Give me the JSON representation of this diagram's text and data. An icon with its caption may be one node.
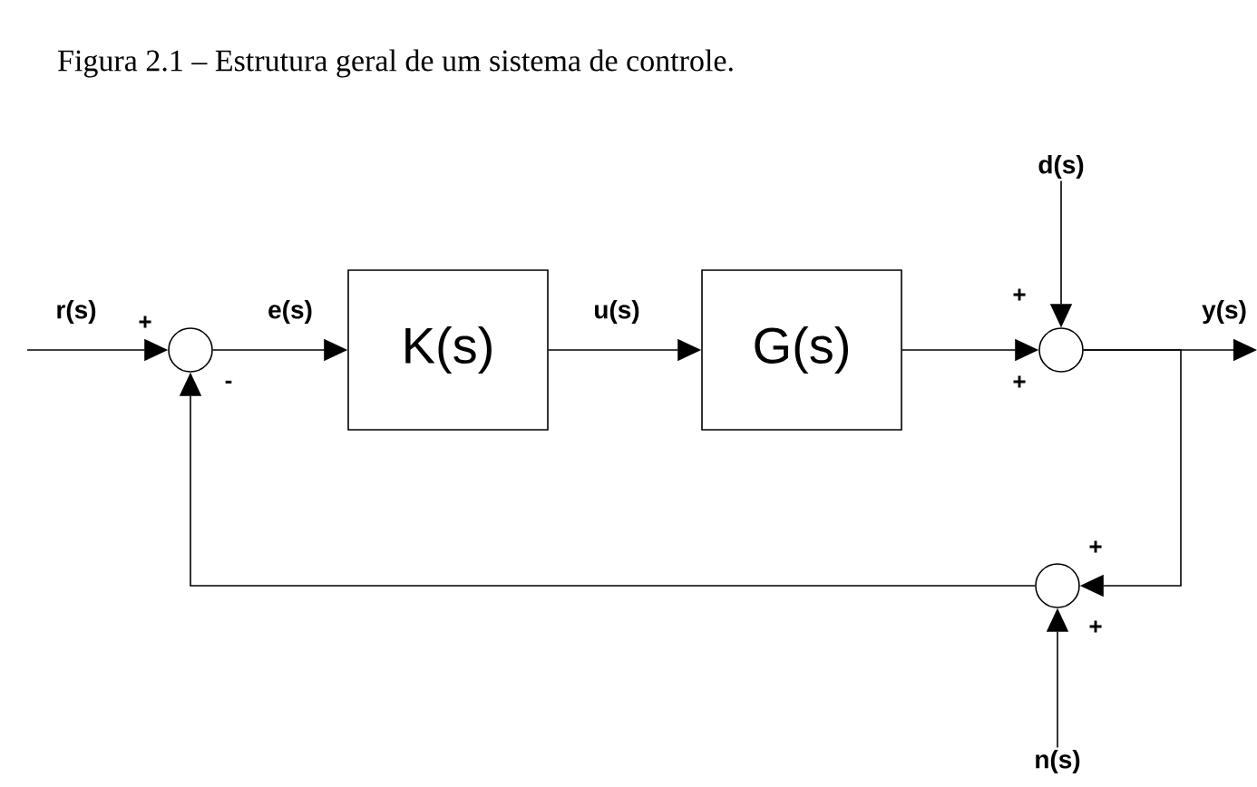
{
  "diagram": {
    "caption": "Figura 2.1 – Estrutura geral de um sistema de controle.",
    "nodes": [
      {
        "text": [],
        "shape": "circle"
      },
      {
        "text": [
          "K(s)"
        ]
      },
      {
        "text": [
          "G(s)"
        ]
      },
      {
        "text": [],
        "shape": "circle"
      },
      {
        "text": [
          "d(s)"
        ]
      },
      {
        "text": [],
        "shape": "circle"
      },
      {
        "text": [
          "n(s)"
        ]
      }
    ],
    "edges": [
      {
        "from": null,
        "to": 0,
        "arrow": "to",
        "label": "r(s)"
      },
      {
        "from": 0,
        "to": 1,
        "arrow": "to",
        "label": "e(s)"
      },
      {
        "from": 1,
        "to": 2,
        "arrow": "to",
        "label": "u(s)"
      },
      {
        "from": 2,
        "to": 3,
        "arrow": "to"
      },
      {
        "from": 4,
        "to": 3,
        "arrow": "to"
      },
      {
        "from": 3,
        "to": null,
        "arrow": "to",
        "label": "y(s)"
      },
      {
        "from": 3,
        "to": 5,
        "arrow": "to"
      },
      {
        "from": 6,
        "to": 5,
        "arrow": "to"
      },
      {
        "from": 5,
        "to": 0,
        "arrow": "to"
      }
    ],
    "labels": [
      "+",
      "-",
      "+",
      "+",
      "+",
      "+"
    ]
  }
}
